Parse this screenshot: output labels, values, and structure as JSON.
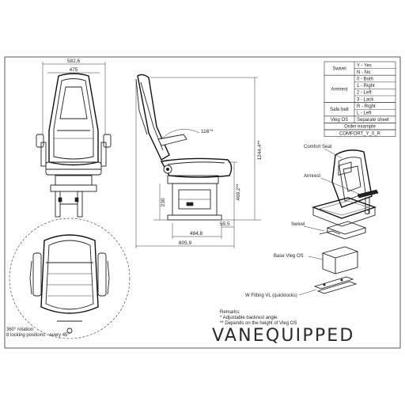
{
  "dimensions": {
    "top_width": "582,6",
    "inner_width": "475",
    "angle": "116°*",
    "total_height": "1244,4**",
    "base_height": "469,2**",
    "pedestal_height": "230",
    "offset_small": "55,5",
    "base_depth": "484,8",
    "total_depth": "805,9"
  },
  "options_table": [
    {
      "group": "Swivel",
      "options": [
        "Y - Yes",
        "N - No"
      ]
    },
    {
      "group": "Armrest",
      "options": [
        "0 - Both",
        "1 - Right",
        "2 - Left",
        "3 - Lack"
      ]
    },
    {
      "group": "Safe belt",
      "options": [
        "R - Right",
        "L - Left"
      ]
    },
    {
      "group": "Vleg OS",
      "options": [
        "Separate sheet"
      ]
    }
  ],
  "order_example_label": "Order example",
  "order_example_code": "COMFORT_Y_0_R",
  "labels": {
    "comfort_seat": "Comfort Seat",
    "armrest": "Armrest",
    "swivel": "Swivel",
    "base_vleg": "Base Vleg OS",
    "w_fitting": "W Fitting VL (quicklocks)"
  },
  "rotation_note": [
    "360° rotation",
    "8 locking positions - every 45°"
  ],
  "remarks": {
    "title": "Remarks:",
    "lines": [
      "* Adjustable backrest angle",
      "** Depends on the height of Vleg OS"
    ]
  },
  "brand": "VANEQUIPPED"
}
